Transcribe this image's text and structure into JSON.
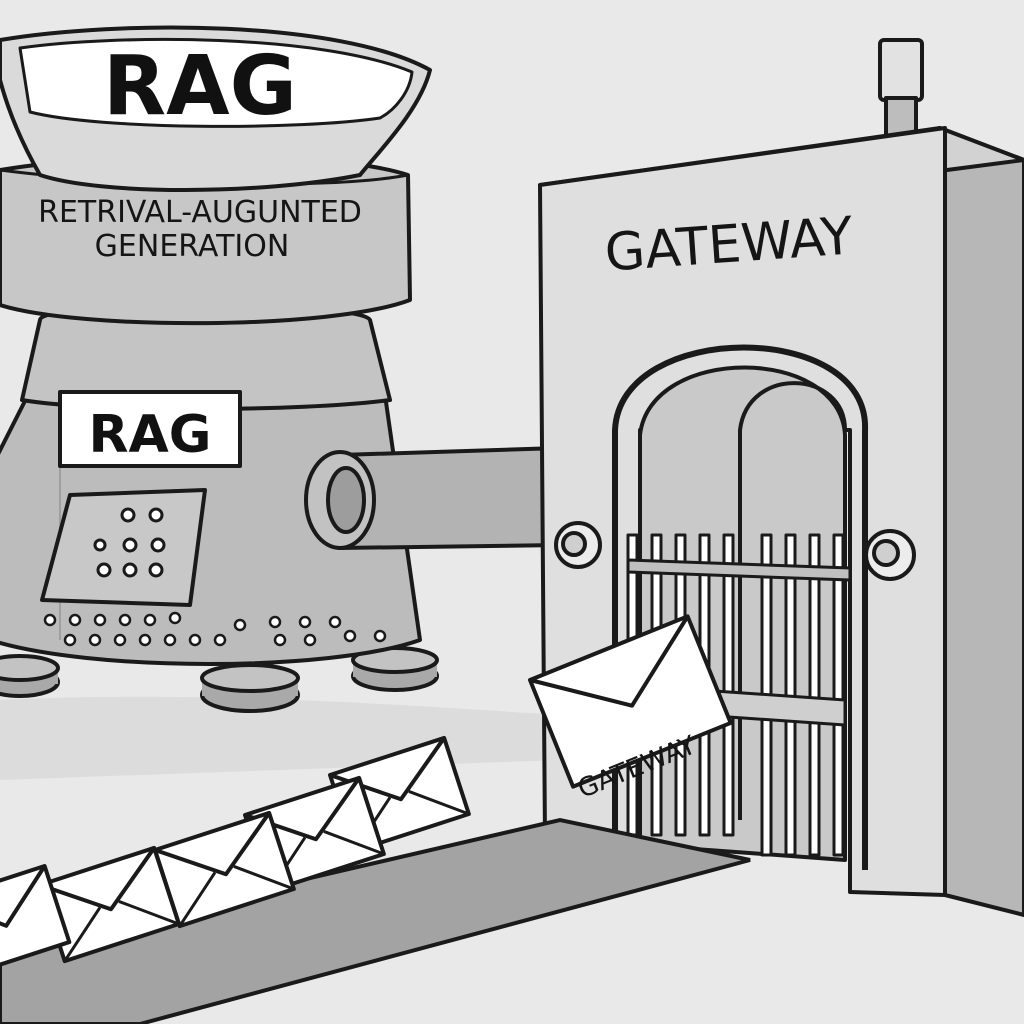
{
  "rag_machine": {
    "funnel_label": "RAG",
    "band_line1": "RETRIVAL-AUGUNTED",
    "band_line2": "GENERATION",
    "plate_label": "RAG"
  },
  "gateway": {
    "sign_label": "GATEWAY",
    "letter_label": "GATEWAY"
  },
  "palette": {
    "background": "#e9e9e9",
    "outline": "#1a1a1a",
    "metal": "#b9b9b9",
    "metal_dark": "#8f8f8f",
    "paper": "#ffffff"
  }
}
